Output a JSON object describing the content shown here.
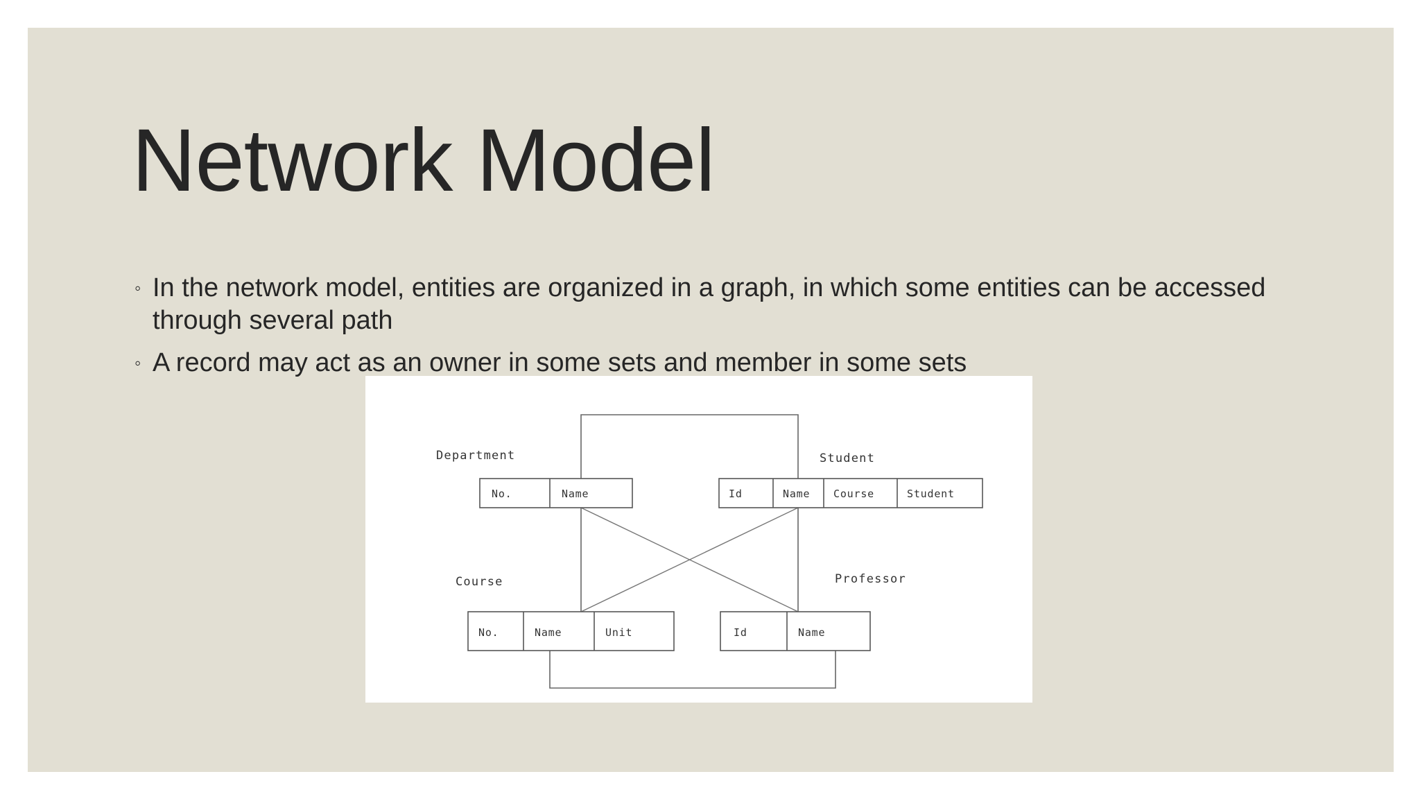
{
  "slide": {
    "background_color": "#E2DFD3",
    "page_background_color": "#FFFFFF",
    "title": "Network Model",
    "title_color": "#262626"
  },
  "bullets": {
    "marker": "◦",
    "items": [
      {
        "text": "In the network model, entities are organized in a graph, in which some entities can be accessed through several path"
      },
      {
        "text": "A record may act as an owner in some sets and member in some sets"
      }
    ]
  },
  "diagram": {
    "background_color": "#FFFFFF",
    "line_color": "#555555",
    "entities": [
      {
        "id": "department",
        "label": "Department",
        "fields": [
          "No.",
          "Name"
        ]
      },
      {
        "id": "student",
        "label": "Student",
        "fields": [
          "Id",
          "Name",
          "Course",
          "Student"
        ]
      },
      {
        "id": "course",
        "label": "Course",
        "fields": [
          "No.",
          "Name",
          "Unit"
        ]
      },
      {
        "id": "professor",
        "label": "Professor",
        "fields": [
          "Id",
          "Name"
        ]
      }
    ],
    "connections": [
      {
        "from": "department",
        "to": "student",
        "style": "bracket-top"
      },
      {
        "from": "department",
        "to": "course",
        "style": "vertical"
      },
      {
        "from": "department",
        "to": "professor",
        "style": "diagonal"
      },
      {
        "from": "student",
        "to": "course",
        "style": "diagonal"
      },
      {
        "from": "student",
        "to": "professor",
        "style": "vertical"
      },
      {
        "from": "course",
        "to": "professor",
        "style": "bracket-bottom"
      }
    ]
  }
}
